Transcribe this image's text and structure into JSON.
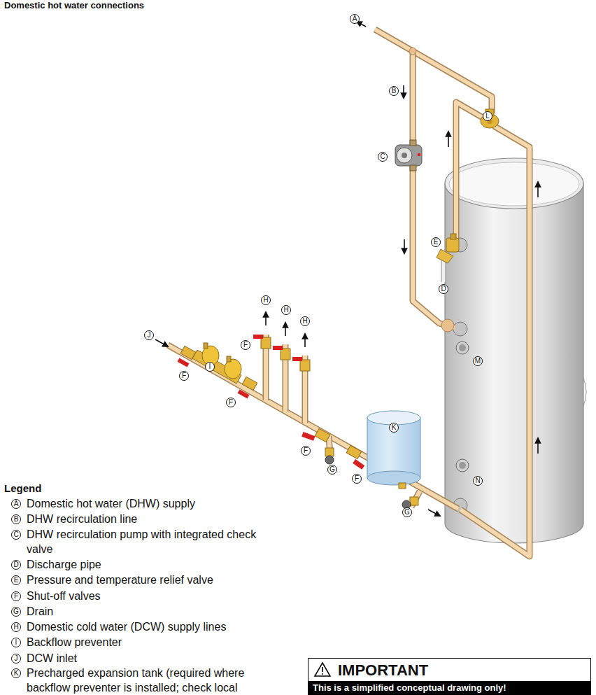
{
  "diagram": {
    "title": "Domestic hot water connections",
    "nodes": [
      {
        "text": [
          "IMPORTANT",
          "This is a simplified conceptual drawing only!"
        ]
      }
    ],
    "labels": [
      "A",
      "B",
      "L",
      "C",
      "E",
      "D",
      "H",
      "H",
      "H",
      "J",
      "F",
      "M",
      "I",
      "F",
      "F",
      "K",
      "F",
      "G",
      "F",
      "N",
      "G",
      "Legend",
      "A",
      "B",
      "C",
      "D",
      "E",
      "F",
      "G",
      "H",
      "I",
      "J",
      "K"
    ],
    "legend": [
      {
        "text": "Domestic hot water (DHW) supply"
      },
      {
        "text": "DHW recirculation line"
      },
      {
        "text": "DHW recirculation pump with integrated check valve"
      },
      {
        "text": "Discharge pipe"
      },
      {
        "text": "Pressure and temperature relief valve"
      },
      {
        "text": "Shut-off valves"
      },
      {
        "text": "Drain"
      },
      {
        "text": "Domestic cold water (DCW) supply lines"
      },
      {
        "text": "Backflow preventer"
      },
      {
        "text": "DCW inlet"
      },
      {
        "text": "Precharged expansion tank (required where backflow preventer is installed; check local"
      }
    ]
  }
}
